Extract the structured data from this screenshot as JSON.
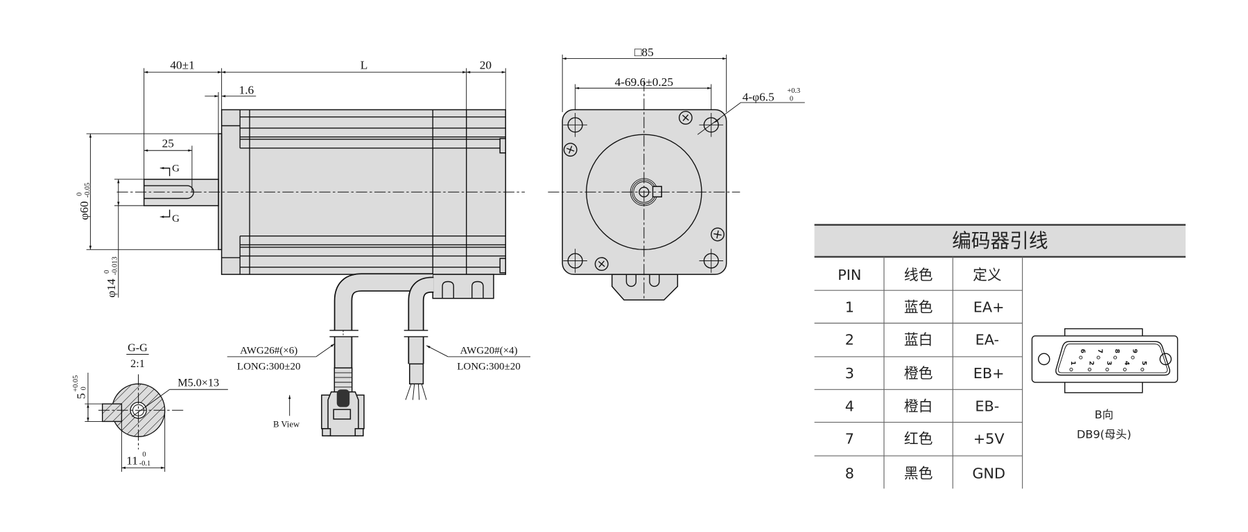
{
  "side_view": {
    "dim_shaft_length": "40±1",
    "dim_body_length": "L",
    "dim_rear": "20",
    "dim_flange": "1.6",
    "dim_key_length": "25",
    "section_mark": "G",
    "dim_pilot": "φ60",
    "dim_pilot_tol_upper": "0",
    "dim_pilot_tol_lower": "-0.05",
    "dim_shaft": "φ14",
    "dim_shaft_tol_upper": "0",
    "dim_shaft_tol_lower": "-0.013"
  },
  "front_view": {
    "dim_square": "□85",
    "dim_hole_pitch": "4-69.6±0.25",
    "dim_holes": "4-φ6.5",
    "dim_holes_tol_upper": "+0.3",
    "dim_holes_tol_lower": "0"
  },
  "section": {
    "title": "G-G",
    "scale": "2:1",
    "thread": "M5.0×13",
    "dim_key": "5",
    "dim_key_tol_upper": "+0.05",
    "dim_key_tol_lower": "0",
    "dim_flat": "11",
    "dim_flat_tol_upper": "0",
    "dim_flat_tol_lower": "-0.1"
  },
  "cables": {
    "encoder_cable": "AWG26#(×6)",
    "encoder_length": "LONG:300±20",
    "power_cable": "AWG20#(×4)",
    "power_length": "LONG:300±20",
    "view_label": "B View"
  },
  "encoder_table": {
    "title": "编码器引线",
    "headers": [
      "PIN",
      "线色",
      "定义"
    ],
    "rows": [
      {
        "pin": "1",
        "color": "蓝色",
        "def": "EA+"
      },
      {
        "pin": "2",
        "color": "蓝白",
        "def": "EA-"
      },
      {
        "pin": "3",
        "color": "橙色",
        "def": "EB+"
      },
      {
        "pin": "4",
        "color": "橙白",
        "def": "EB-"
      },
      {
        "pin": "7",
        "color": "红色",
        "def": "+5V"
      },
      {
        "pin": "8",
        "color": "黑色",
        "def": "GND"
      }
    ]
  },
  "connector": {
    "pins_top": [
      "6",
      "7",
      "8",
      "9"
    ],
    "pins_bottom": [
      "1",
      "2",
      "3",
      "4",
      "5"
    ],
    "view": "B向",
    "type": "DB9(母头)"
  }
}
